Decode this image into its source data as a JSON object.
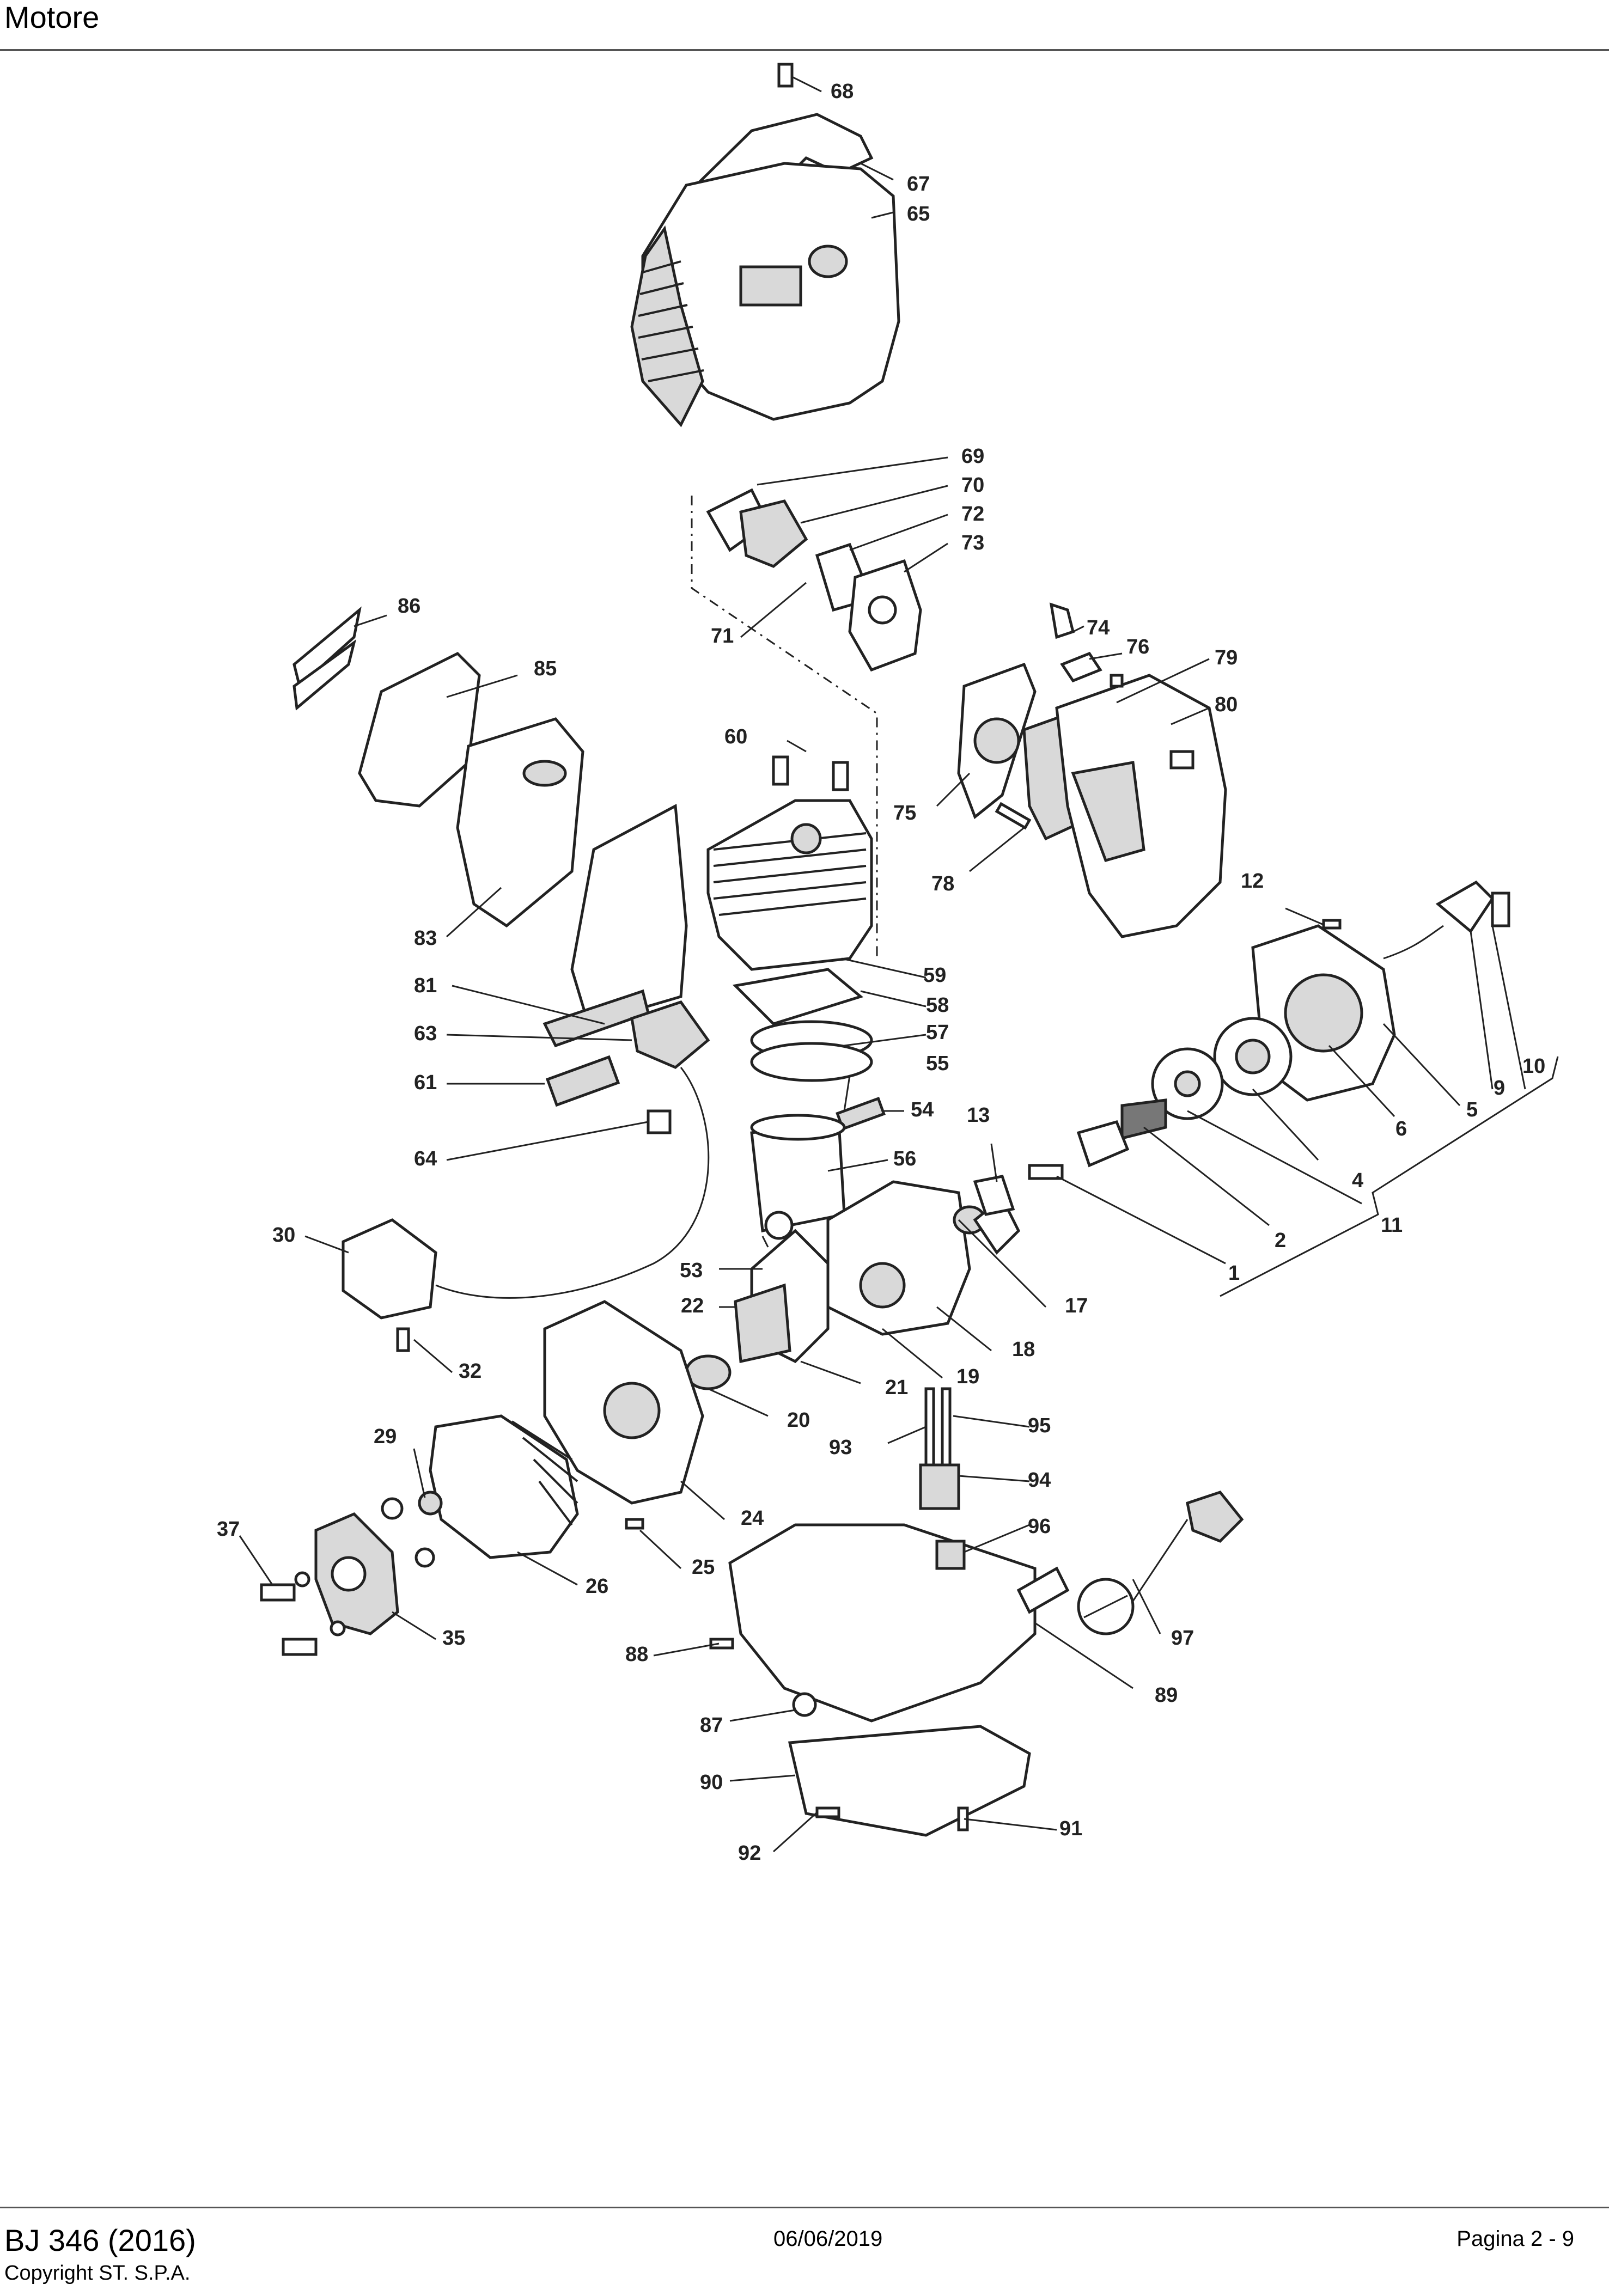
{
  "header": {
    "title": "Motore"
  },
  "footer": {
    "model": "BJ 346 (2016)",
    "copyright": "Copyright ST. S.P.A.",
    "date": "06/06/2019",
    "page": "Pagina 2 - 9"
  },
  "callouts": [
    "68",
    "67",
    "65",
    "69",
    "70",
    "72",
    "73",
    "71",
    "86",
    "85",
    "74",
    "76",
    "79",
    "80",
    "60",
    "75",
    "78",
    "12",
    "83",
    "81",
    "59",
    "58",
    "57",
    "55",
    "54",
    "63",
    "61",
    "64",
    "56",
    "13",
    "10",
    "9",
    "5",
    "6",
    "4",
    "11",
    "2",
    "1",
    "30",
    "53",
    "22",
    "17",
    "18",
    "32",
    "21",
    "19",
    "20",
    "95",
    "93",
    "94",
    "29",
    "24",
    "96",
    "37",
    "26",
    "25",
    "35",
    "97",
    "88",
    "89",
    "87",
    "90",
    "91",
    "92"
  ]
}
